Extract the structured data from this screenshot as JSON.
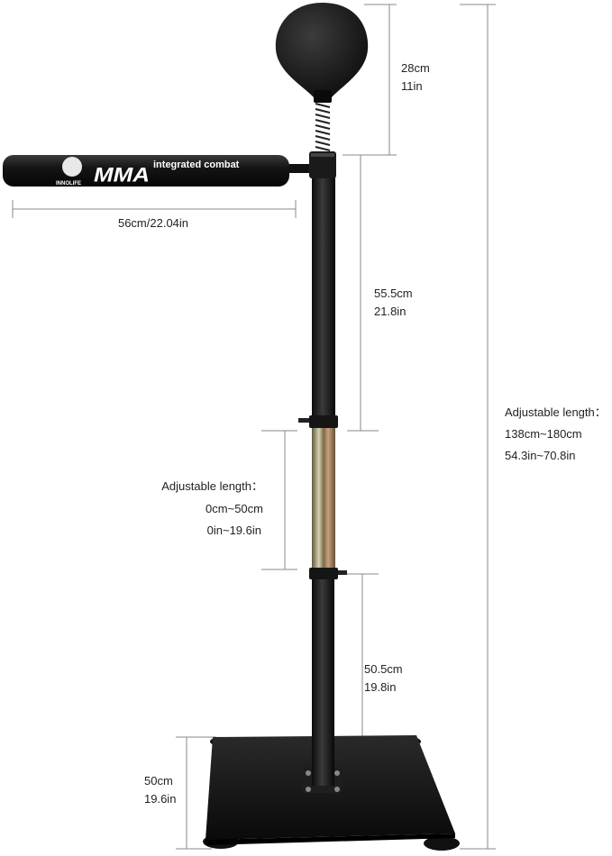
{
  "product": {
    "pad_logo_brand": "INNOLIFE",
    "pad_logo_main": "MMA",
    "pad_logo_tagline": "integrated combat"
  },
  "dimensions": {
    "ball_height": {
      "cm": "28cm",
      "in": "11in"
    },
    "bar_width": {
      "text": "56cm/22.04in"
    },
    "upper_pole": {
      "cm": "55.5cm",
      "in": "21.8in"
    },
    "adjustable_section": {
      "title": "Adjustable length：",
      "cm": "0cm~50cm",
      "in": "0in~19.6in"
    },
    "lower_pole": {
      "cm": "50.5cm",
      "in": "19.8in"
    },
    "base": {
      "cm": "50cm",
      "in": "19.6in"
    },
    "total": {
      "title": "Adjustable length：",
      "cm": "138cm~180cm",
      "in": "54.3in~70.8in"
    }
  },
  "colors": {
    "product": "#1a1a1a",
    "dimension_line": "#8a8a8a",
    "chrome": "#b59a6a"
  }
}
